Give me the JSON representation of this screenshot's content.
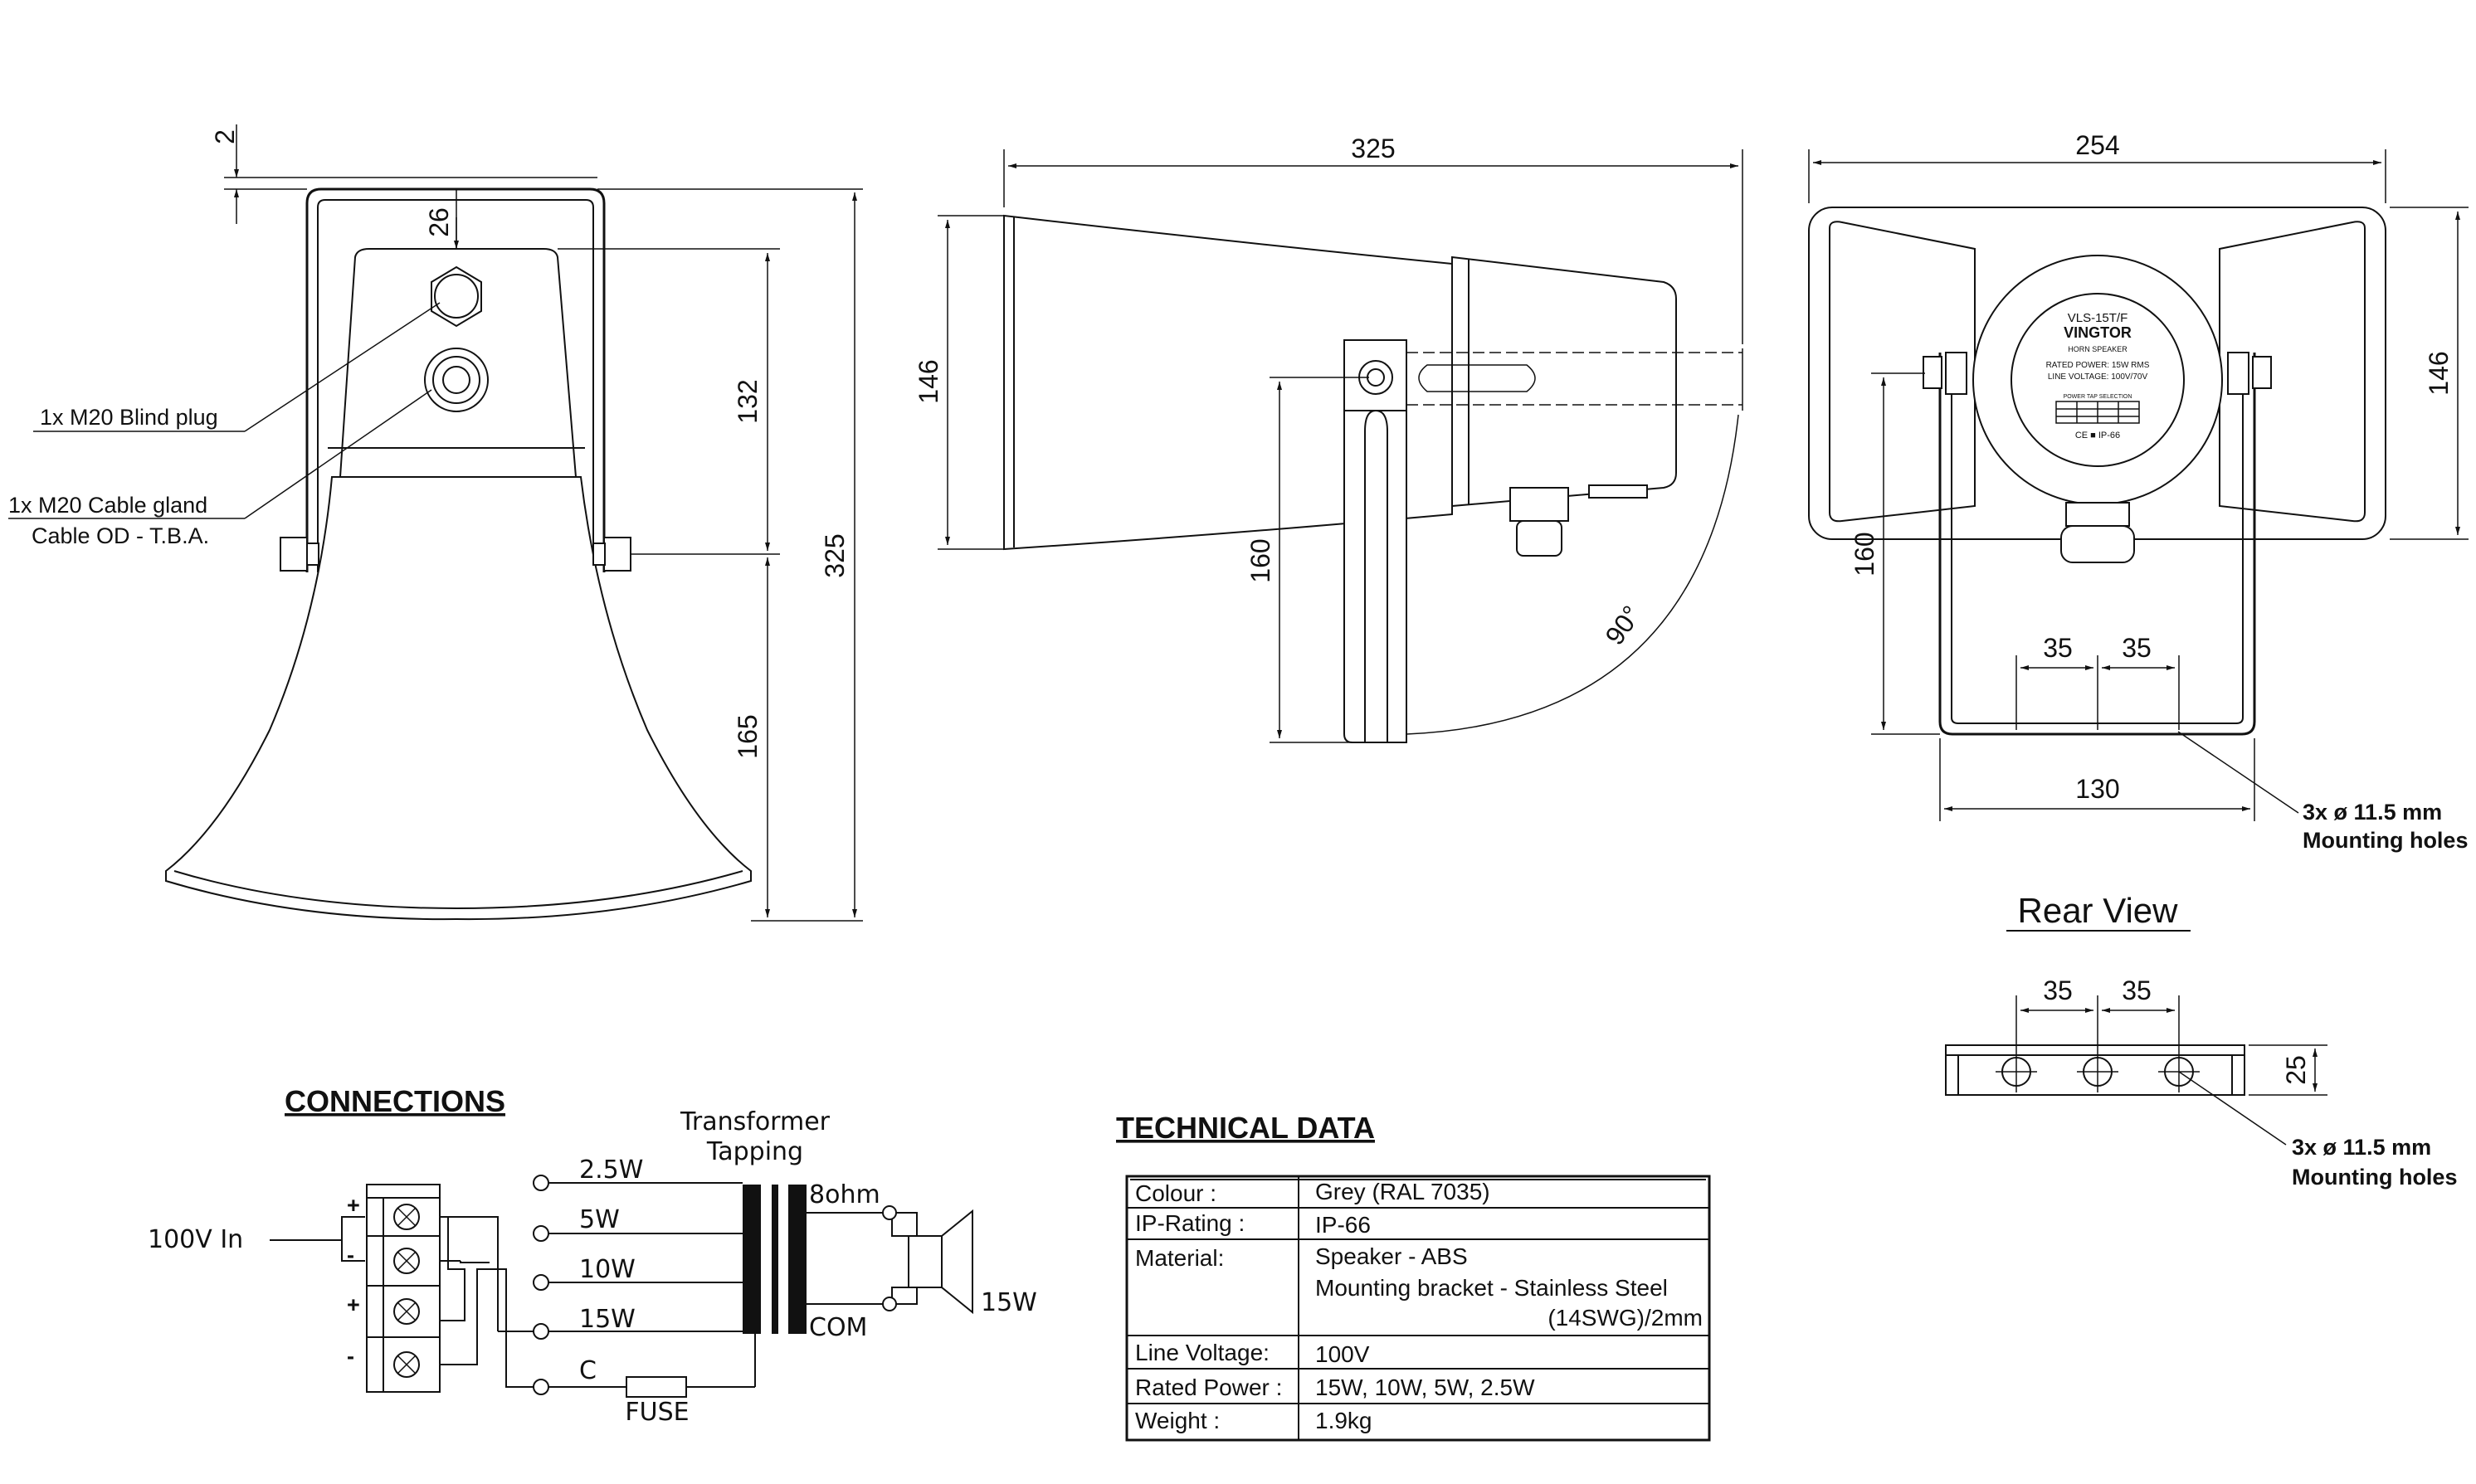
{
  "front_view": {
    "dim_top_gap": "2",
    "dim_plug_offset": "26",
    "dim_upper": "132",
    "dim_lower": "165",
    "dim_total_height": "325",
    "callout_blind_plug": "1x M20 Blind plug",
    "callout_cable_gland": "1x M20 Cable gland",
    "callout_cable_od": "Cable OD - T.B.A."
  },
  "side_view": {
    "dim_length": "325",
    "dim_mouth": "146",
    "dim_bracket": "160",
    "angle": "90°"
  },
  "rear_view": {
    "dim_width": "254",
    "dim_height": "146",
    "dim_bracket_height": "160",
    "dim_hole_spacing_left": "35",
    "dim_hole_spacing_right": "35",
    "dim_bracket_width": "130",
    "holes_note_line1": "3x ø 11.5 mm",
    "holes_note_line2": "Mounting holes",
    "title": "Rear View",
    "label_model": "VLS-15T/F",
    "label_brand": "VINGTOR",
    "label_subtitle": "HORN SPEAKER",
    "label_power": "RATED POWER: 15W RMS",
    "label_voltage": "LINE VOLTAGE: 100V/70V",
    "label_table_title": "POWER TAP SELECTION",
    "label_marks": "CE  ■  IP-66"
  },
  "bracket_detail": {
    "dim_spacing_left": "35",
    "dim_spacing_right": "35",
    "dim_height": "25",
    "holes_note_line1": "3x ø 11.5 mm",
    "holes_note_line2": "Mounting holes"
  },
  "connections": {
    "title": "CONNECTIONS",
    "transformer_line1": "Transformer",
    "transformer_line2": "Tapping",
    "input_label": "100V  In",
    "taps": [
      "2.5W",
      "5W",
      "10W",
      "15W",
      "C"
    ],
    "plus_1": "+",
    "minus_1": "-",
    "plus_2": "+",
    "minus_2": "-",
    "secondary_label": "8ohm",
    "com_label": "COM",
    "fuse_label": "FUSE",
    "speaker_power": "15W"
  },
  "technical_data": {
    "title": "TECHNICAL DATA",
    "rows": [
      {
        "label": "Colour :",
        "lines": [
          "Grey (RAL 7035)"
        ]
      },
      {
        "label": "IP-Rating :",
        "lines": [
          "IP-66"
        ]
      },
      {
        "label": "Material:",
        "lines": [
          "Speaker - ABS",
          "Mounting bracket - Stainless Steel",
          "(14SWG)/2mm"
        ]
      },
      {
        "label": "Line Voltage:",
        "lines": [
          "100V"
        ]
      },
      {
        "label": "Rated Power :",
        "lines": [
          "15W, 10W, 5W, 2.5W"
        ]
      },
      {
        "label": "Weight :",
        "lines": [
          "1.9kg"
        ]
      }
    ]
  }
}
